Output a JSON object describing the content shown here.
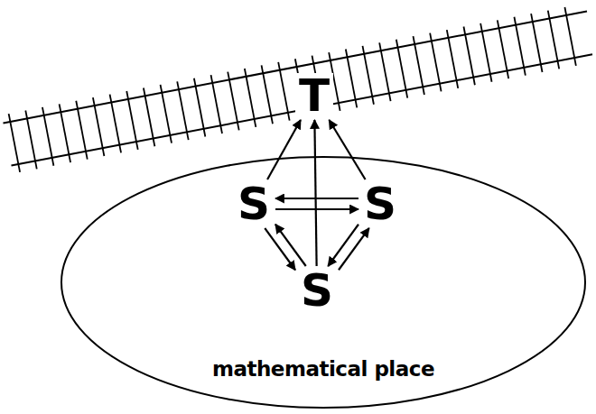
{
  "diagram": {
    "nodes": [
      {
        "text": [
          "T"
        ]
      },
      {
        "text": [
          "mathematical place"
        ]
      },
      {
        "text": [
          "S"
        ],
        "in": 1
      },
      {
        "text": [
          "S"
        ],
        "in": 1
      },
      {
        "text": [
          "S"
        ],
        "in": 1
      }
    ],
    "edges": [
      {
        "from": 2,
        "to": 0,
        "arrow": "to"
      },
      {
        "from": 4,
        "to": 0,
        "arrow": "to"
      },
      {
        "from": 3,
        "to": 0,
        "arrow": "to"
      },
      {
        "from": 2,
        "to": 3,
        "arrow": "to"
      },
      {
        "from": 3,
        "to": 2,
        "arrow": "to"
      },
      {
        "from": 2,
        "to": 4,
        "arrow": "to"
      },
      {
        "from": 4,
        "to": 2,
        "arrow": "to"
      },
      {
        "from": 4,
        "to": 3,
        "arrow": "to"
      },
      {
        "from": 3,
        "to": 4,
        "arrow": "to"
      }
    ]
  }
}
